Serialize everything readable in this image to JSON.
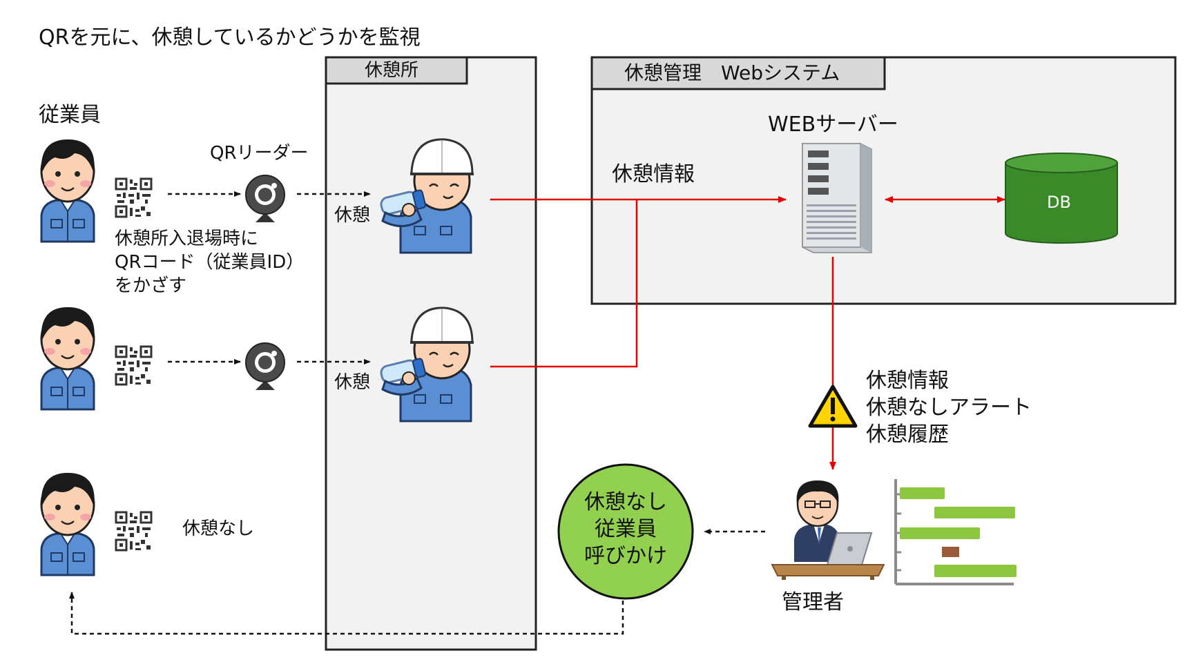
{
  "title": "QRを元に、休憩しているかどうかを監視",
  "employees_label": "従業員",
  "qr_reader_label": "QRリーダー",
  "scan_note": "休憩所入退場時に\nQRコード（従業員ID）\nをかざす",
  "rest_label": "休憩",
  "no_rest_label": "休憩なし",
  "rest_area": {
    "title": "休憩所"
  },
  "system": {
    "title": "休憩管理　Webシステム",
    "server_label": "WEBサーバー",
    "db_label": "DB",
    "rest_info_label": "休憩情報"
  },
  "alert_text": "休憩情報\n休憩なしアラート\n休憩履歴",
  "manager_label": "管理者",
  "callout_text": "休憩なし\n従業員\n呼びかけ",
  "colors": {
    "red_line": "#e60000",
    "db_green": "#3a8a2a",
    "callout_green": "#92d050",
    "worker_blue": "#5b8fd4",
    "bar_green": "#8dc63f"
  }
}
